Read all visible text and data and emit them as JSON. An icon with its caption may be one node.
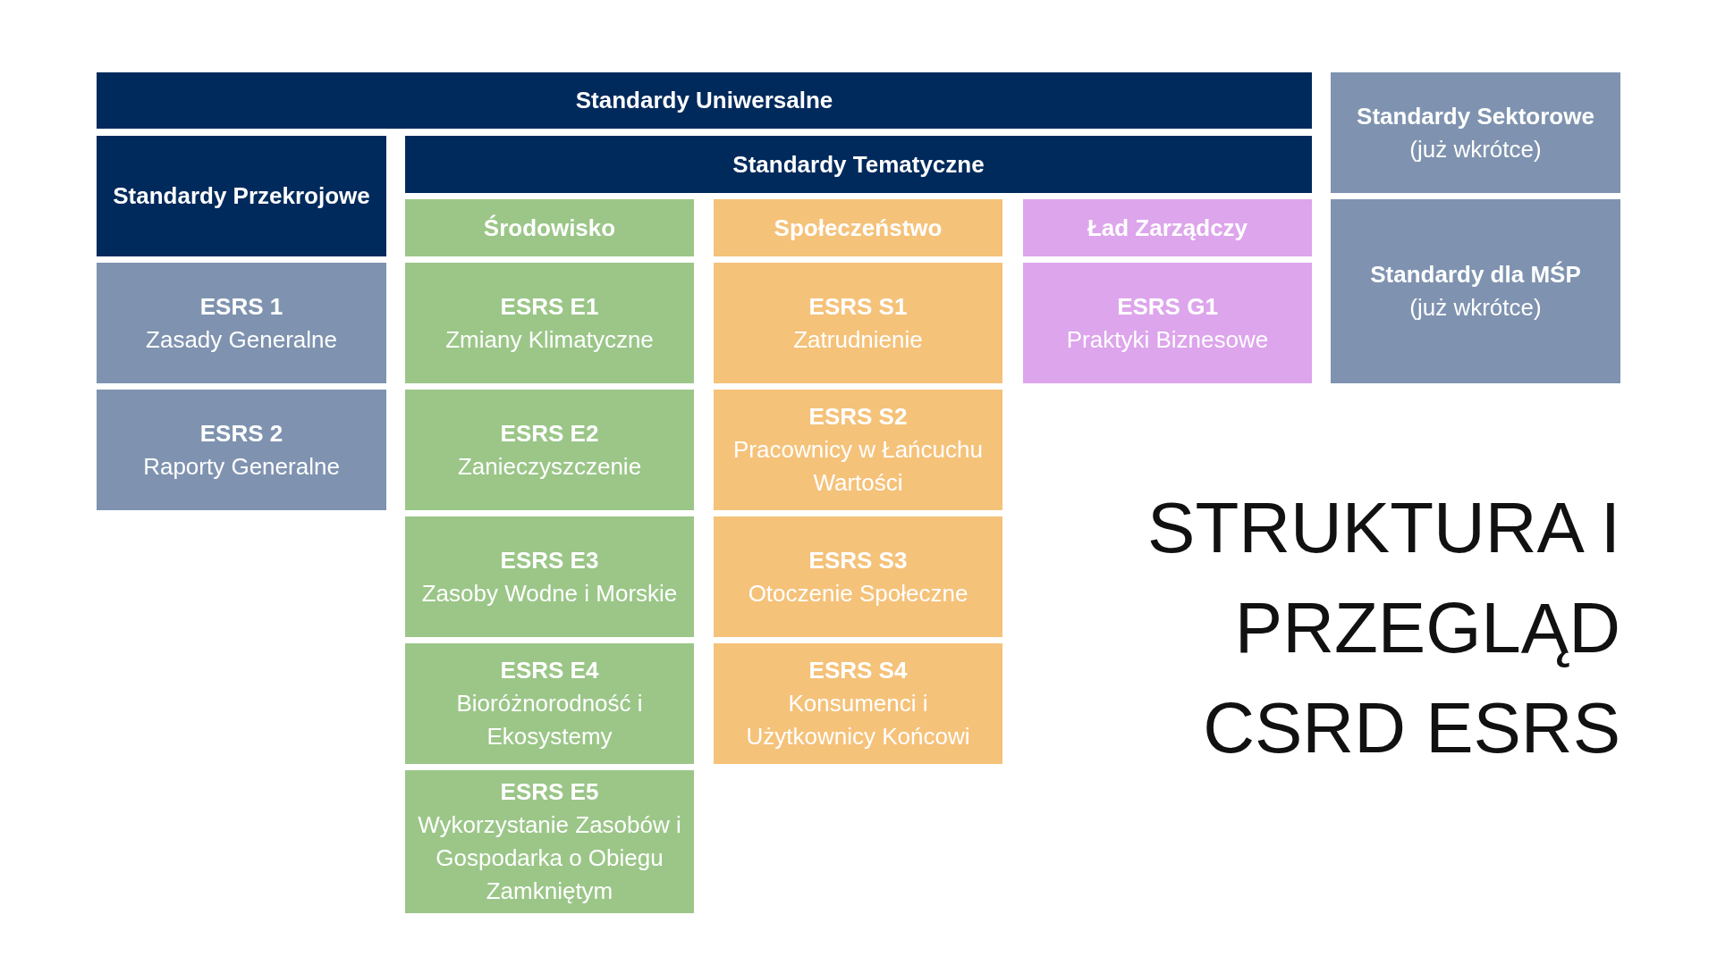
{
  "diagram": {
    "title": "STRUKTURA I PRZEGLĄD CSRD ESRS",
    "nodes": [
      {
        "text": [
          "Standardy Uniwersalne"
        ]
      },
      {
        "text": [
          "Standardy Sektorowe",
          "(już wkrótce)"
        ]
      },
      {
        "text": [
          "Standardy Przekrojowe"
        ]
      },
      {
        "text": [
          "Standardy Tematyczne"
        ]
      },
      {
        "text": [
          "Standardy dla MŚP",
          "(już wkrótce)"
        ]
      },
      {
        "text": [
          "Środowisko"
        ]
      },
      {
        "text": [
          "Społeczeństwo"
        ]
      },
      {
        "text": [
          "Ład Zarządczy"
        ]
      },
      {
        "text": [
          "ESRS 1",
          "Zasady Generalne"
        ]
      },
      {
        "text": [
          "ESRS E1",
          "Zmiany Klimatyczne"
        ]
      },
      {
        "text": [
          "ESRS S1",
          "Zatrudnienie"
        ]
      },
      {
        "text": [
          "ESRS G1",
          "Praktyki Biznesowe"
        ]
      },
      {
        "text": [
          "ESRS 2",
          "Raporty Generalne"
        ]
      },
      {
        "text": [
          "ESRS E2",
          "Zanieczyszczenie"
        ]
      },
      {
        "text": [
          "ESRS S2",
          "Pracownicy w Łańcuchu Wartości"
        ]
      },
      {
        "text": [
          "ESRS E3",
          "Zasoby Wodne i Morskie"
        ]
      },
      {
        "text": [
          "ESRS S3",
          "Otoczenie Społeczne"
        ]
      },
      {
        "text": [
          "ESRS E4",
          "Bioróżnorodność i Ekosystemy"
        ]
      },
      {
        "text": [
          "ESRS S4",
          "Konsumenci i Użytkownicy Końcowi"
        ]
      },
      {
        "text": [
          "ESRS E5",
          "Wykorzystanie Zasobów i Gospodarka o Obiegu Zamkniętym"
        ]
      }
    ]
  }
}
